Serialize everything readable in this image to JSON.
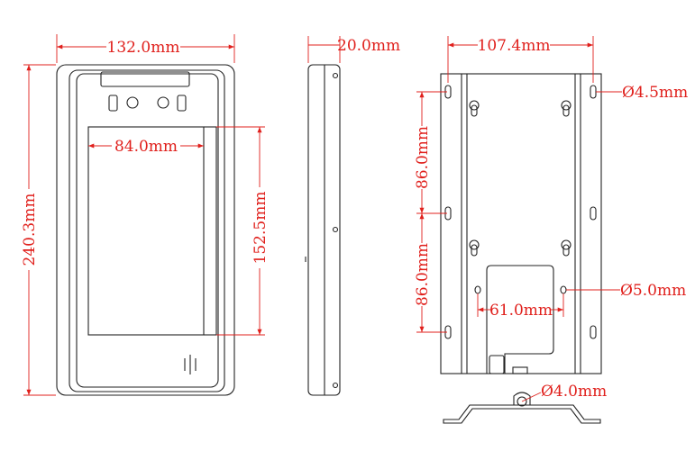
{
  "colors": {
    "line": "#222222",
    "dim": "#e0201c",
    "background": "#ffffff"
  },
  "front_view": {
    "width_label": "132.0mm",
    "height_label": "240.3mm",
    "screen_width_label": "84.0mm",
    "screen_height_label": "152.5mm",
    "icons": [
      "camera-lens-icon",
      "camera-lens-icon",
      "sensor-icon",
      "sensor-icon",
      "speaker-grille-icon"
    ]
  },
  "side_view": {
    "depth_label": "20.0mm"
  },
  "back_view": {
    "width_label": "107.4mm",
    "top_hole_label": "Ø4.5mm",
    "upper_spacing_label": "86.0mm",
    "lower_spacing_label": "86.0mm",
    "hole_spacing_label": "61.0mm",
    "middle_hole_label": "Ø5.0mm",
    "bottom_hole_label": "Ø4.0mm",
    "icons": [
      "keyhole-slot-icon",
      "keyhole-slot-icon",
      "keyhole-slot-icon",
      "keyhole-slot-icon"
    ]
  }
}
